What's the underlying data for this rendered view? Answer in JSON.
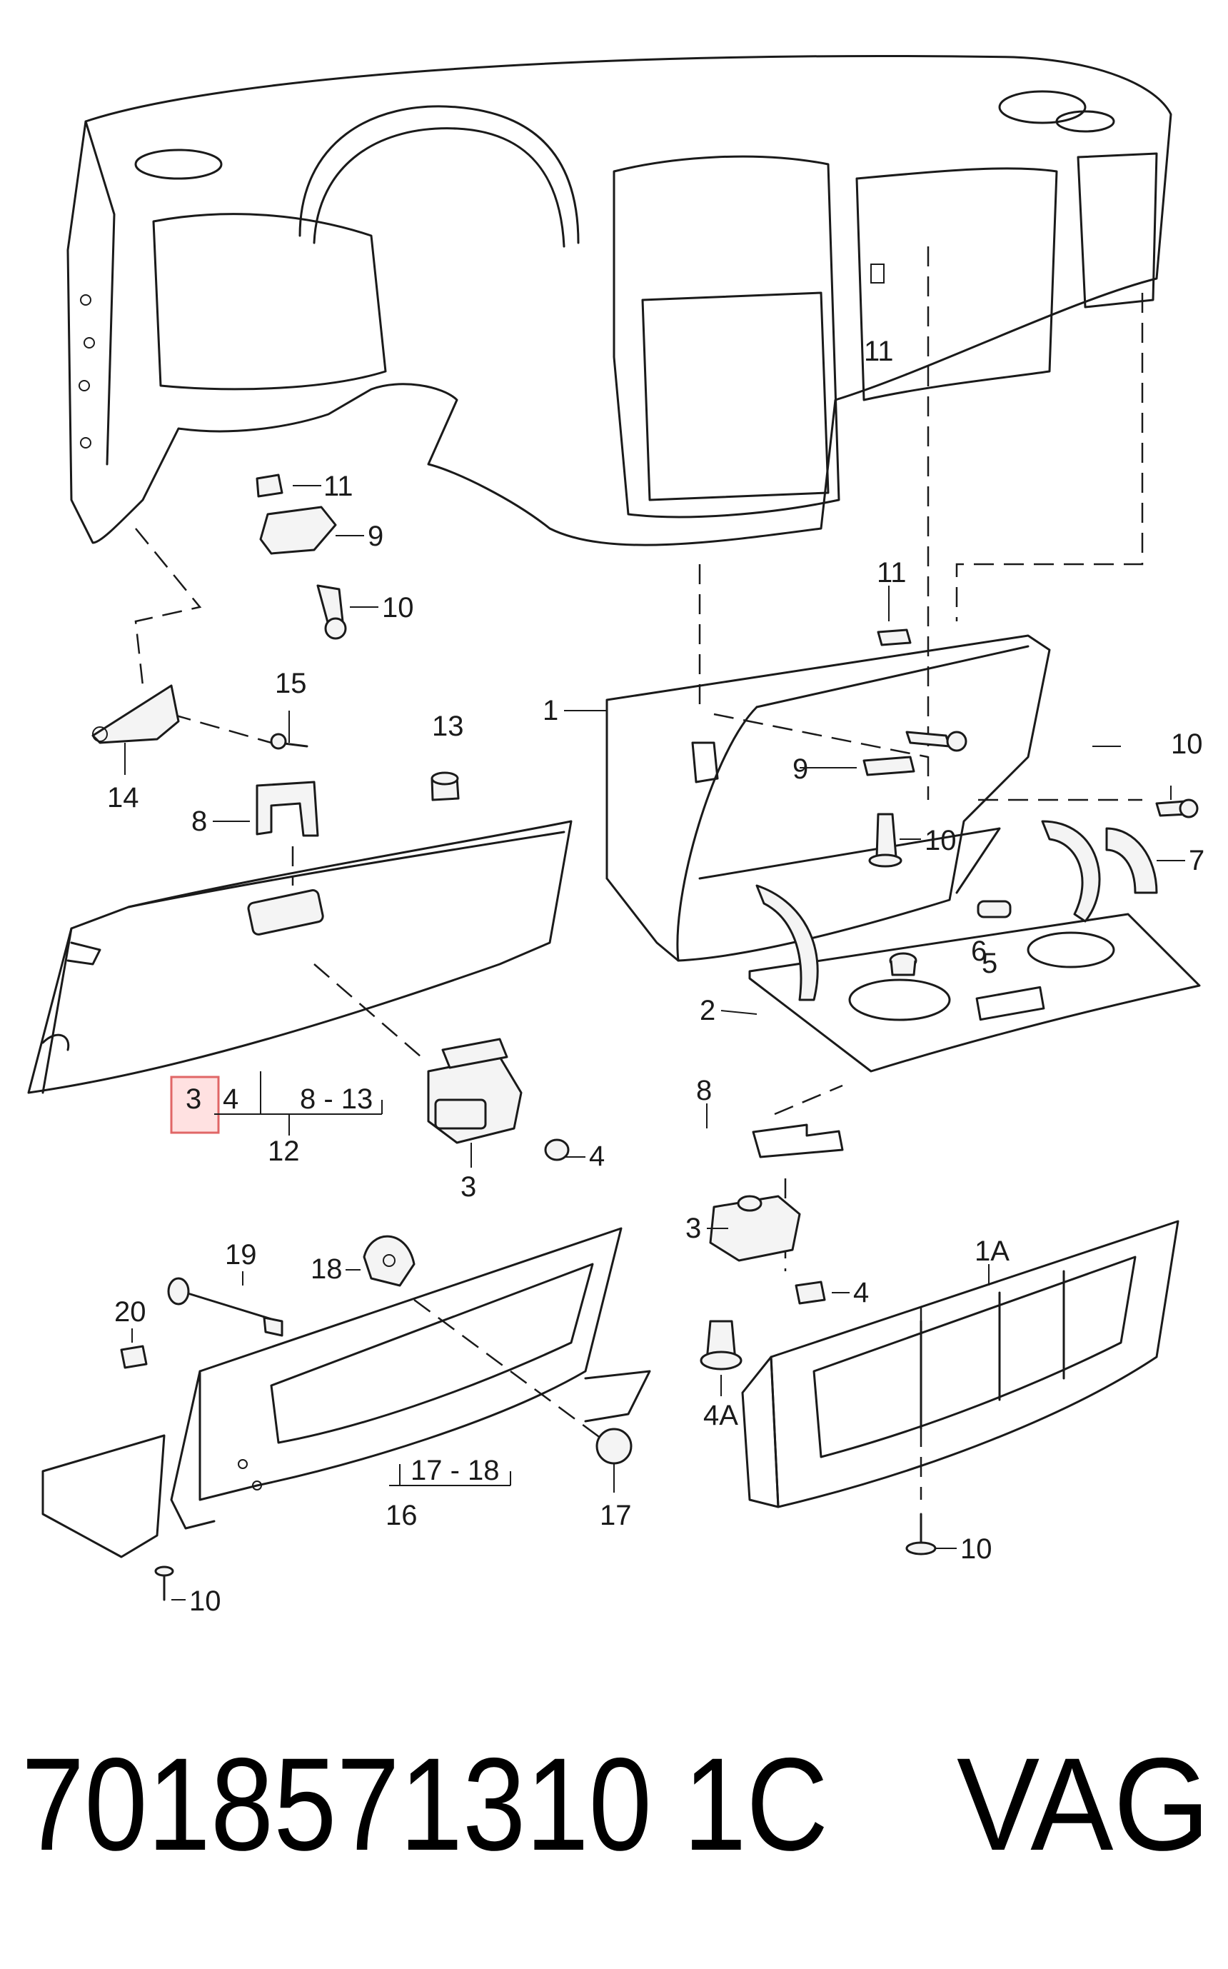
{
  "diagram": {
    "callouts": {
      "c1": "1",
      "c1A": "1A",
      "c2": "2",
      "c3a": "3",
      "c3b": "3",
      "c3c": "3",
      "c4a": "4",
      "c4b": "4",
      "c4c": "4",
      "c4A": "4A",
      "c5": "5",
      "c6": "6",
      "c7": "7",
      "c8a": "8",
      "c8b": "8",
      "c9a": "9",
      "c9b": "9",
      "c10a": "10",
      "c10b": "10",
      "c10c": "10",
      "c10d": "10",
      "c10e": "10",
      "c10f": "10",
      "c11a": "11",
      "c11b": "11",
      "c11c": "11",
      "c12": "12",
      "c13": "13",
      "c14": "14",
      "c15": "15",
      "c16": "16",
      "c17": "17",
      "c18": "18",
      "c19": "19",
      "c20": "20",
      "range_8_13": "8 - 13",
      "range_17_18": "17 - 18"
    },
    "highlight_label": "3"
  },
  "footer": {
    "part_number": "7018571310 1C",
    "brand": "VAG"
  },
  "colors": {
    "line": "#1a1a1a",
    "highlight": "#e06666"
  }
}
